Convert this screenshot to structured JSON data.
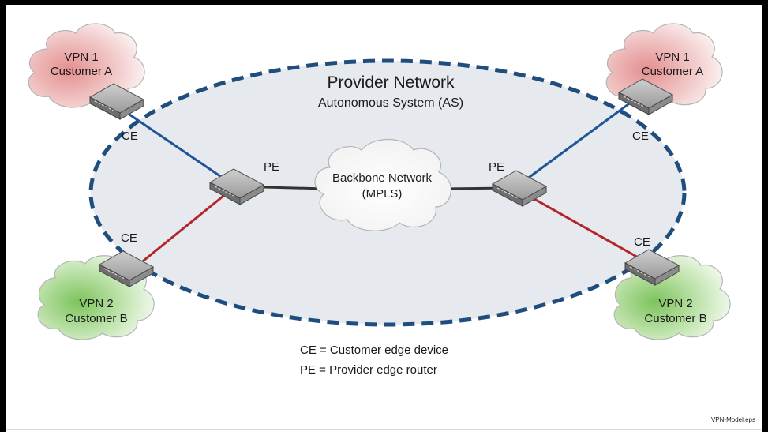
{
  "provider_network": {
    "title": "Provider Network",
    "subtitle": "Autonomous System (AS)"
  },
  "backbone": {
    "line1": "Backbone Network",
    "line2": "(MPLS)"
  },
  "customer_sites": [
    {
      "line1": "VPN 1",
      "line2": "Customer A"
    },
    {
      "line1": "VPN 1",
      "line2": "Customer A"
    },
    {
      "line1": "VPN 2",
      "line2": "Customer B"
    },
    {
      "line1": "VPN 2",
      "line2": "Customer B"
    }
  ],
  "device_labels": {
    "ce": "CE",
    "pe": "PE"
  },
  "legend": [
    "CE = Customer edge device",
    "PE = Provider edge router"
  ],
  "filename": "VPN-Model.eps",
  "colors": {
    "dash_border": "#1f4e7e",
    "provider_fill": "#e6e9ee",
    "link_vpn1": "#1f5596",
    "link_vpn2": "#b3262b",
    "link_backbone": "#333333",
    "vpn1_cloud": "#e9a6a6",
    "vpn2_cloud": "#8fcb74"
  }
}
